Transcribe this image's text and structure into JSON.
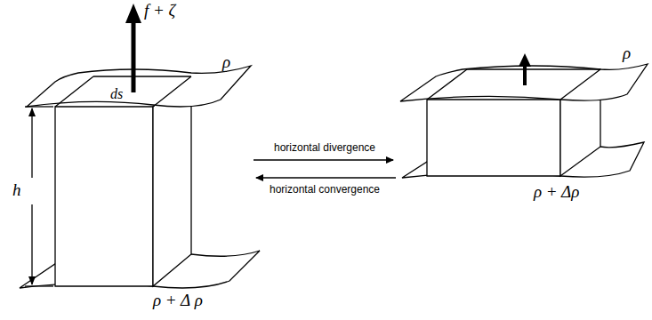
{
  "diagram": {
    "labels": [
      "f + ζ",
      "ds",
      "ρ",
      "h",
      "ρ + Δ ρ",
      "horizontal divergence",
      "horizontal convergence",
      "ρ",
      "ρ + Δρ"
    ]
  }
}
